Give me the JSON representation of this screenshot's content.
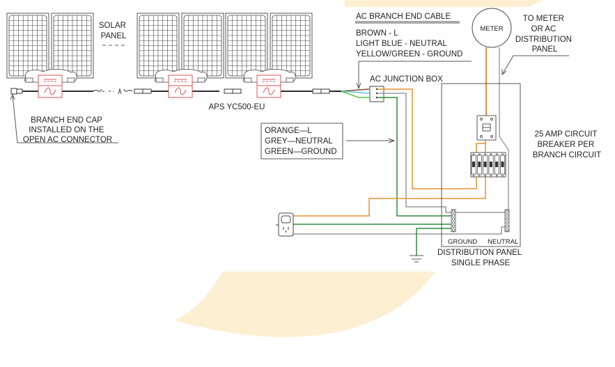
{
  "labels": {
    "solar_panel": [
      "SOLAR",
      "PANEL"
    ],
    "inverter_model": "APS YC500-EU",
    "branch_end_cap": [
      "BRANCH END CAP",
      "INSTALLED ON THE",
      "OPEN AC CONNECTOR"
    ],
    "ac_branch_end_cable_title": "AC BRANCH END CABLE",
    "ac_branch_end_cable_legend": [
      "BROWN - L",
      "LIGHT BLUE - NEUTRAL",
      "YELLOW/GREEN - GROUND"
    ],
    "ac_junction_box": "AC JUNCTION BOX",
    "meter": "METER",
    "to_meter": [
      "TO METER",
      "OR AC",
      "DISTRIBUTION",
      "PANEL"
    ],
    "wire_legend": [
      "ORANGE—L",
      "GREY—NEUTRAL",
      "GREEN—GROUND"
    ],
    "breaker": [
      "25 AMP CIRCUIT",
      "BREAKER PER",
      "BRANCH CIRCUIT"
    ],
    "ground_bus": "GROUND",
    "neutral_bus": "NEUTRAL",
    "distribution_panel": [
      "DISTRIBUTION PANEL",
      "SINGLE PHASE"
    ]
  },
  "colors": {
    "live": "#e8912e",
    "neutral": "#9a9a9a",
    "ground": "#2e8b3a",
    "light_blue": "#5ec8e0",
    "brown": "#7a4a2a",
    "inverter": "#d9534f",
    "watermark": "#fdefd2"
  }
}
